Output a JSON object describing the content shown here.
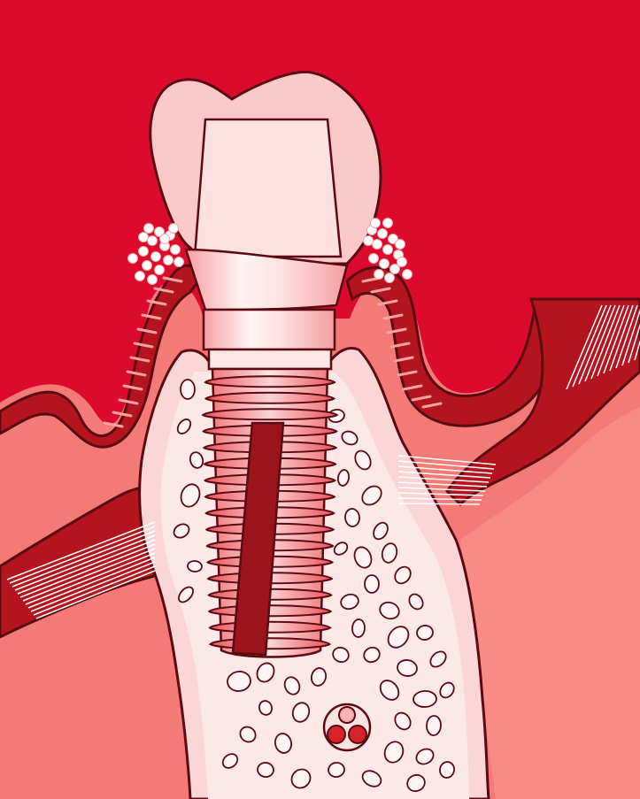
{
  "illustration": {
    "subject": "dental-implant-cross-section",
    "labels": [],
    "colors": {
      "background": "#dc0a2d",
      "soft_tissue": "#f47a78",
      "soft_tissue_light": "#f99490",
      "gum_dark": "#b3141e",
      "bone": "#fbd6d6",
      "bone_light": "#ffe9e9",
      "outline": "#5a0a10",
      "crown": "#fcc9c9",
      "implant_post": "#9c141b",
      "collar_light": "#fff3f3",
      "fiber_lines": "#ffffff"
    },
    "parts": [
      "crown",
      "abutment",
      "implant-collar",
      "implant-screw",
      "implant-core",
      "jaw-bone",
      "gum-tissue",
      "periodontal-fibers",
      "nerve-canal"
    ]
  }
}
